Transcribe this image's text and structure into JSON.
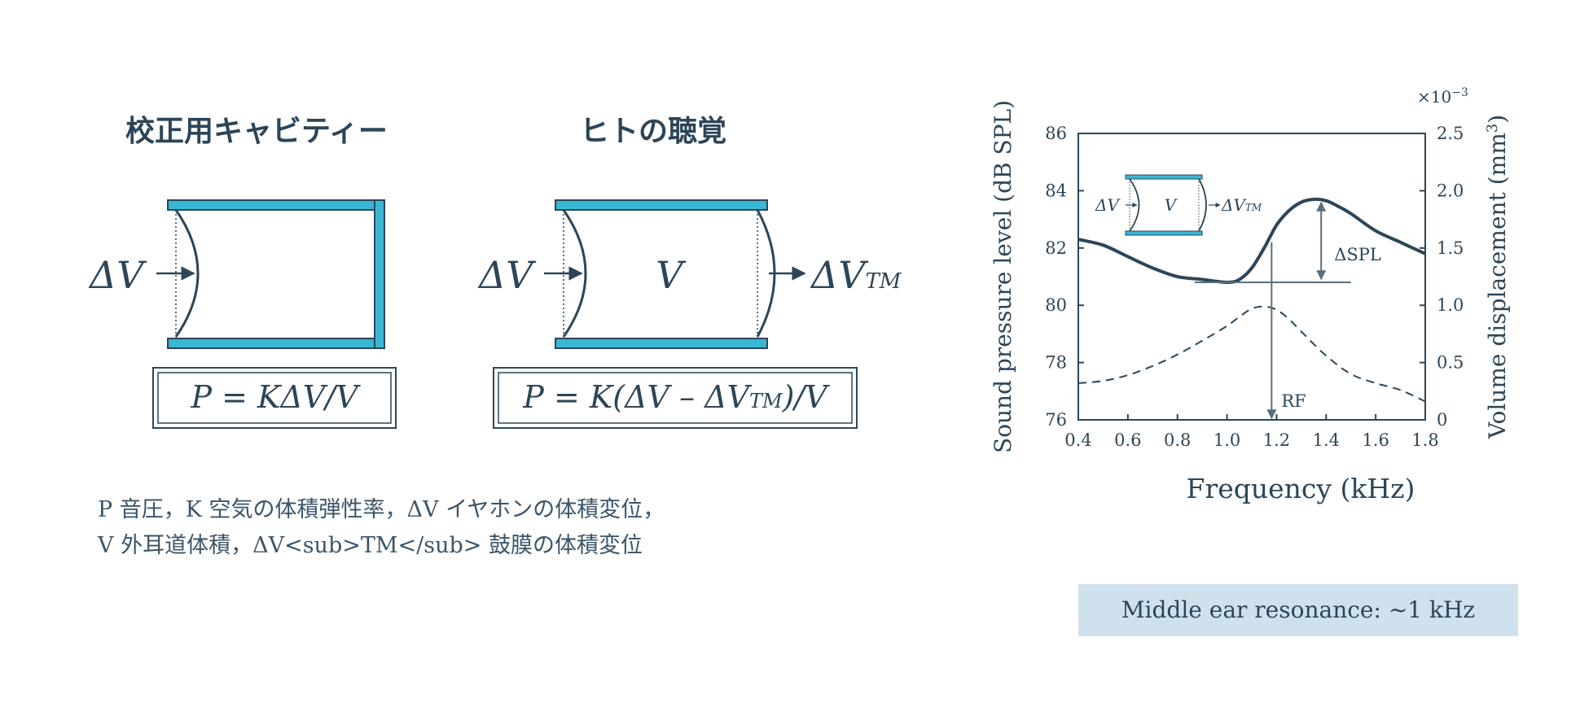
{
  "left_panel": {
    "cavity": {
      "title": "校正用キャビティー",
      "delta_v": "ΔV",
      "formula": "P = KΔV/V"
    },
    "ear": {
      "title": "ヒトの聴覚",
      "delta_v": "ΔV",
      "volume": "V",
      "delta_v_tm_main": "ΔV",
      "delta_v_tm_sub": "TM",
      "formula_main": "P = K(ΔV – ΔV",
      "formula_sub": "TM",
      "formula_end": ")/V"
    },
    "legend_line1": "P 音圧，K 空気の体積弾性率，ΔV イヤホンの体積変位，",
    "legend_line2": "V 外耳道体積，ΔV<sub>TM</sub> 鼓膜の体積変位"
  },
  "chart_data": {
    "type": "line",
    "xlabel": "Frequency (kHz)",
    "ylabel": "Sound pressure level (dB SPL)",
    "y2label_main": "Volume displacement (mm",
    "y2label_sup": "3",
    "y2label_end": ")",
    "y2_multiplier_prefix": "×10",
    "y2_multiplier_exp": "−3",
    "xlim": [
      0.4,
      1.8
    ],
    "ylim": [
      76,
      86
    ],
    "y2lim": [
      0,
      2.5
    ],
    "xticks": [
      "0.4",
      "0.6",
      "0.8",
      "1.0",
      "1.2",
      "1.4",
      "1.6",
      "1.8"
    ],
    "yticks": [
      "76",
      "78",
      "80",
      "82",
      "84",
      "86"
    ],
    "y2ticks": [
      "0",
      "0.5",
      "1.0",
      "1.5",
      "2.0",
      "2.5"
    ],
    "series": [
      {
        "axis": "left",
        "style": "solid",
        "x": [
          0.4,
          0.5,
          0.6,
          0.7,
          0.8,
          0.9,
          1.0,
          1.05,
          1.1,
          1.15,
          1.2,
          1.25,
          1.3,
          1.35,
          1.4,
          1.45,
          1.5,
          1.6,
          1.7,
          1.8
        ],
        "y": [
          82.3,
          82.1,
          81.7,
          81.3,
          81.0,
          80.9,
          80.8,
          80.9,
          81.3,
          82.0,
          82.8,
          83.3,
          83.6,
          83.7,
          83.65,
          83.45,
          83.2,
          82.6,
          82.2,
          81.8
        ]
      },
      {
        "axis": "right",
        "style": "dashed",
        "x": [
          0.4,
          0.5,
          0.6,
          0.7,
          0.8,
          0.9,
          1.0,
          1.05,
          1.1,
          1.15,
          1.2,
          1.25,
          1.3,
          1.4,
          1.5,
          1.6,
          1.7,
          1.8
        ],
        "y": [
          0.32,
          0.34,
          0.39,
          0.47,
          0.57,
          0.69,
          0.82,
          0.9,
          0.97,
          0.99,
          0.96,
          0.88,
          0.77,
          0.56,
          0.4,
          0.32,
          0.26,
          0.16
        ]
      }
    ],
    "annotations": {
      "delta_spl": "ΔSPL",
      "rf": "RF",
      "rf_x": 1.18,
      "spl_min_db": 80.8,
      "spl_max_db": 83.7,
      "peak_x": 1.38
    },
    "inset": {
      "delta_v": "ΔV",
      "volume": "V",
      "delta_v_tm_main": "ΔV",
      "delta_v_tm_sub": "TM"
    }
  },
  "note": "Middle ear resonance: ~1 kHz",
  "colors": {
    "cyan": "#3ab7d3",
    "navy": "#2c4558",
    "note_bg": "#cfe1ec"
  }
}
